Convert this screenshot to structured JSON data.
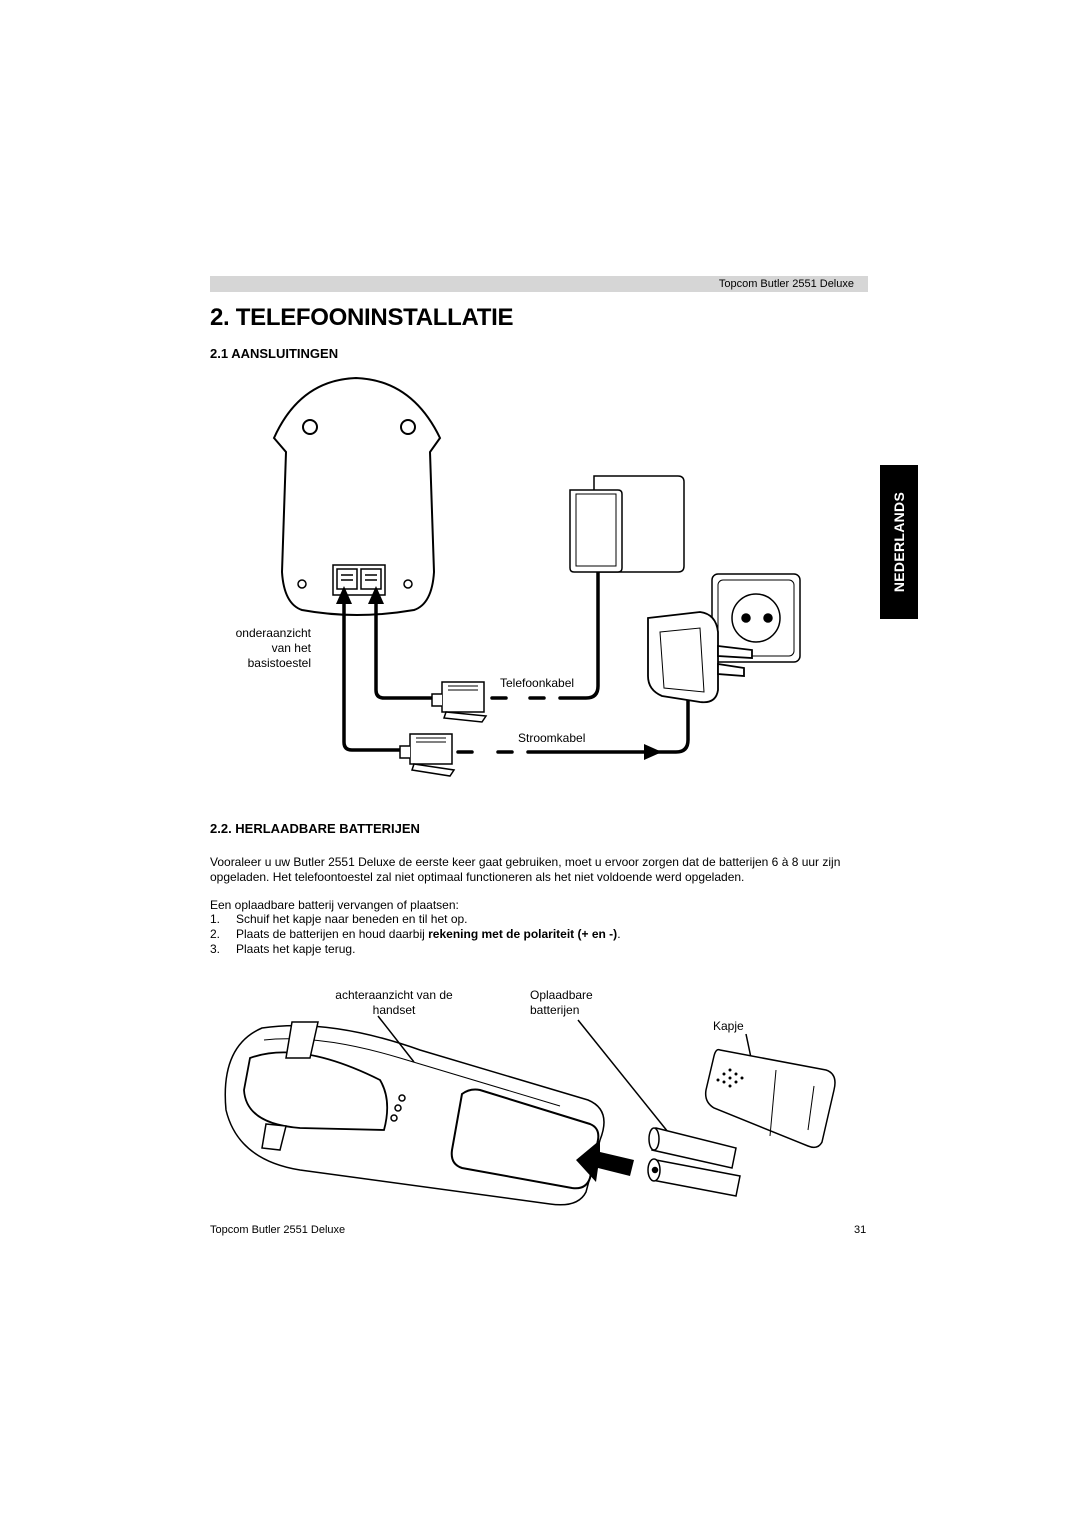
{
  "header": {
    "product": "Topcom Butler 2551 Deluxe"
  },
  "title": "2. TELEFOONINSTALLATIE",
  "side_tab": "NEDERLANDS",
  "section1": {
    "heading": "2.1 AANSLUITINGEN",
    "labels": {
      "bottom_view": [
        "onderaanzicht",
        "van het",
        "basistoestel"
      ],
      "phone_cable": "Telefoonkabel",
      "power_cable": "Stroomkabel"
    }
  },
  "section2": {
    "heading": "2.2. HERLAADBARE BATTERIJEN",
    "intro": "Vooraleer u uw Butler 2551 Deluxe de eerste keer gaat gebruiken, moet u ervoor zorgen dat de batterijen 6 à 8 uur zijn opgeladen. Het telefoontoestel zal niet optimaal functioneren als het niet voldoende werd opgeladen.",
    "steps_intro": "Een oplaadbare batterij vervangen of plaatsen:",
    "steps": [
      {
        "num": "1.",
        "text": "Schuif het kapje naar beneden en til het op.",
        "bold": ""
      },
      {
        "num": "2.",
        "text": "Plaats de batterijen en houd daarbij ",
        "bold": "rekening met de polariteit (+ en -)",
        "tail": "."
      },
      {
        "num": "3.",
        "text": "Plaats het kapje terug.",
        "bold": ""
      }
    ],
    "labels": {
      "back_view": [
        "achteraanzicht van de",
        "handset"
      ],
      "batteries": [
        "Oplaadbare",
        "batterijen"
      ],
      "cover": "Kapje"
    }
  },
  "footer": {
    "product": "Topcom Butler 2551 Deluxe",
    "page": "31"
  }
}
